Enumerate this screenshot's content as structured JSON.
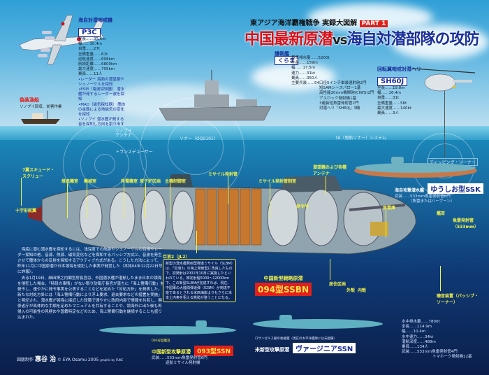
{
  "header": {
    "series": "東アジア海洋覇権戦争 実録大図解",
    "series_highlight": "海洋覇権戦争",
    "part": "PART 1",
    "title_cn": "中国最新原潜",
    "title_vs": "vs",
    "title_jp": "海自対潜部隊の攻防"
  },
  "p3c": {
    "heading": "海自対潜哨戒機",
    "name": "P3C",
    "specs": [
      "全長……35.6m",
      "幅……30.4m",
      "自重……27t",
      "全備重量……61t",
      "巡航速度……608km",
      "航続距離……6800km",
      "最大速度……795km",
      "乗員……11人"
    ],
    "features": [
      "•レーダー 海面の潜望鏡やシュノーケルを探知",
      "•ESM（電波探知器） 潜水艦が発するレーダー波を探知",
      "•MAD（磁気探知器） 艦体の金属による地磁気の変化を探知",
      "•ソノブイ 潜水艦が発する音を探知し方向を割り出す"
    ]
  },
  "fishing_boat": {
    "heading": "偽装漁船",
    "caption": "ソノブイ回収、妨害作業"
  },
  "kurama": {
    "heading": "護衛艦",
    "name": "くらま",
    "specs": [
      "基準排水量……5200t",
      "全長……159m",
      "幅……17.5m",
      "速力……31kt",
      "乗員……350人",
      "主要兵装……54口径5インチ単装速射砲2門",
      "短SAMシースパロー1基",
      "高性能20mm機関砲(CIWS)2門",
      "アスロック発射機1基",
      "3連装短魚雷発射管2門",
      "対潜ヘリ「SH60J」3機"
    ]
  },
  "sh60j": {
    "heading": "回転翼哨戒対潜ヘリ",
    "name": "SH60J",
    "specs": [
      "全長……19.8m",
      "幅……16.4m",
      "自重……31t",
      "全備重量……56t",
      "最大速度……140kt",
      "乗員……3人"
    ]
  },
  "sensor_labels": {
    "sonobuoy": "ソノブイ",
    "antenna": "アンテナ",
    "transducer": "トランスデューサー",
    "sonar": "ソナー（OQS101）",
    "ta_system": "TA（曳航ソナー）システム",
    "dipping": "ディッピング・ソーナー"
  },
  "ssbn_labels": {
    "screw": "7翼スキュード・スクリュー",
    "rudder": "十字形舵翼",
    "propulsion": "推進機室",
    "machinery": "機械室",
    "generator": "発電機室",
    "reactor": "原子炉区画",
    "control": "主機制御室",
    "missile_tube": "ミサイル発射管",
    "missile_control": "ミサイル発射管制室",
    "periscope": "潜望鏡および各種アンテナ",
    "command": "発令所",
    "living": "居住区画",
    "outer_hull": "外殻",
    "inner_hull": "内殻",
    "torpedo_room": "魚雷庫",
    "sail": "艦首",
    "torpedo_tubes": "魚雷発射管（533mm）",
    "sonar": "聴音装置（パッシブ・ソーナー）"
  },
  "ssbn": {
    "subtitle": "中国新型戦略原潜",
    "name": "094型SSBN"
  },
  "jl2": {
    "title": "巨浪2（JL2）",
    "text": "新型の潜水艦発射型弾道ミサイル（SLBM）は、「巨浪3」の海上発射型に改良したもので、初発射は2001年10月に実施したといわれている。推定射程5000〜12000kmで、この新型SLBMが完成すれば、現在、中国軍の大陸間弾道弾（ICBM）が到達不能であるとされる米西海岸よりもさらに米本土内奥を狙える態勢が整うことになる。"
  },
  "ssk": {
    "subtitle": "海自攻撃潜水艦",
    "name": "ゆうしお型SSK",
    "armament": "武装……533mm魚雷発射管6門",
    "armament2": "（魚雷またはハープーン）"
  },
  "ssn093": {
    "note": "093号型艦首",
    "subtitle": "中国新型攻撃原潜",
    "name": "093型SSN",
    "armament": "武装……533mm魚雷発射管6門",
    "armament2": "巡航ミサイル発射機"
  },
  "virginia": {
    "note": "ロサンゼルス級の後継艦（現在の太平洋艦隊には未配備）",
    "subtitle": "米新型攻撃原潜",
    "name": "ヴァージニアSSN",
    "specs": [
      "水中排水量……7800t",
      "全長……114.9m",
      "幅……10.4m",
      "水中速力……34kt",
      "潜航深度……488m",
      "乗員……134人",
      "武装……533mm魚雷発射管4門",
      "トマホーク発射機12基"
    ]
  },
  "article": [
    "海底に潜む潜水艦を探知するには、浅深度での航跡やシュノーケルの目視やレーダー探知の他、音源、熱源、磁気変化などを探知するパッシブ方式と、音波を発生させて艦体からの反射を探知するアクティブ方式がある。こうした方法によって、昨年11月に中国原潜が日本領海を侵犯した事実が発覚した（本誌04年12月22日号に詳報）。",
    "去る1月19日、細田博之内閣官房長官は、外国潜水艦が潜航したまま日本の領海を侵犯した場合、「特段の事情」がない限り防衛庁長官が直ちに「海上警備行動」を発令し、速やかに発令事実を公表することなどを定めた「対処方針」を発表した。新たな対処方針には「海上警備行動により浮上要求、退去要求などの措置を実施」と明記され、潜水艦が領海に接近した段階で速やかに政府内部で情報を共有し、関係省庁が具体的な手順を定めたマニュアルを共有することや、領海外に出た後も再侵入の可能性の見極めや国籍特定などのため、海上警備行動を継続することも盛り込まれた。"
  ],
  "credit": {
    "label": "図版制作",
    "author": "惠谷 治",
    "copyright": "© EYA Osamu 2005",
    "graphic": "graphic by FUKE"
  },
  "colors": {
    "accent_red": "#e0201a",
    "label_yellow": "#f2f24a",
    "jp_blue": "#1a2f9a",
    "deep_sea": "#0b1e4a"
  }
}
